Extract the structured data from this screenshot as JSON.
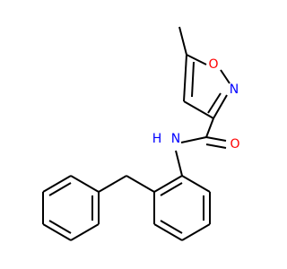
{
  "molecule": {
    "atom_colors": {
      "C": "#000000",
      "O": "#ff0000",
      "N": "#0000ff"
    },
    "labels": {
      "ring_oxygen": "O",
      "ring_nitrogen": "N",
      "amide_nitrogen": "N",
      "amide_hydrogen": "H",
      "carbonyl_oxygen": "O"
    }
  }
}
